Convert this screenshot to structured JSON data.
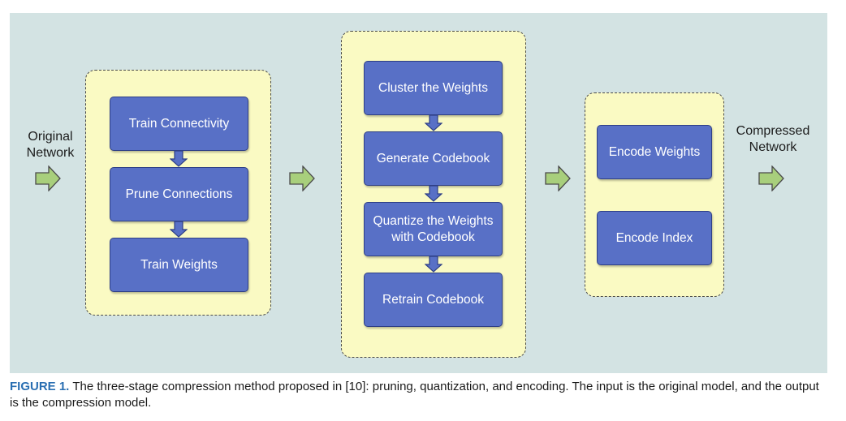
{
  "input_label": "Original\nNetwork",
  "output_label": "Compressed\nNetwork",
  "stages": [
    {
      "steps": [
        "Train Connectivity",
        "Prune Connections",
        "Train Weights"
      ]
    },
    {
      "steps": [
        "Cluster the Weights",
        "Generate Codebook",
        "Quantize the Weights\nwith Codebook",
        "Retrain Codebook"
      ]
    },
    {
      "steps": [
        "Encode Weights",
        "Encode Index"
      ]
    }
  ],
  "caption": {
    "figure_label": "FIGURE 1.",
    "text": "The three-stage compression method proposed in [10]: pruning, quantization, and encoding. The input is the original model, and the output is the compression model."
  },
  "colors": {
    "background": "#d3e3e3",
    "stage_fill": "#fafac3",
    "box_fill": "#5870c6",
    "box_border": "#2e3f86",
    "arrow_fill": "#a8cf7c",
    "caption_label": "#2a6fb2"
  }
}
